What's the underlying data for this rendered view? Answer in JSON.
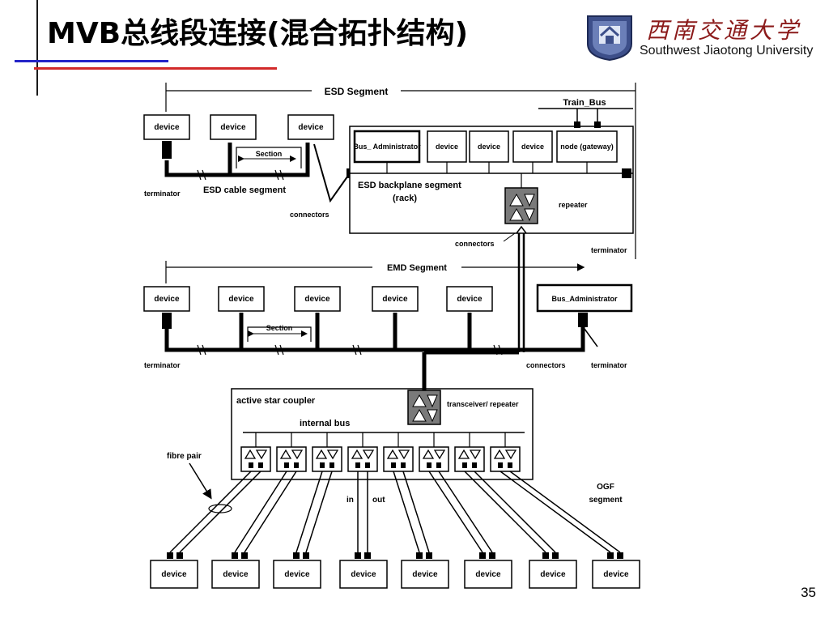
{
  "slide": {
    "title": "MVB总线段连接(混合拓扑结构)",
    "page_number": "35"
  },
  "logo": {
    "chinese_name": "西南交通大学",
    "english_name": "Southwest Jiaotong University"
  },
  "diagram": {
    "esd_segment_label": "ESD Segment",
    "train_bus_label": "Train_Bus",
    "esd_devices": [
      "device",
      "device",
      "device"
    ],
    "section_label": "Section",
    "esd_cable_segment_label": "ESD cable segment",
    "terminator_label": "terminator",
    "connectors_label": "connectors",
    "rack": {
      "bus_administrator": "Bus_ Administrator",
      "devices": [
        "device",
        "device",
        "device"
      ],
      "node_label": "node (gateway)",
      "backplane_label": "ESD backplane segment",
      "rack_label": "(rack)",
      "repeater_label": "repeater"
    },
    "emd_segment_label": "EMD Segment",
    "emd_devices": [
      "device",
      "device",
      "device",
      "device",
      "device"
    ],
    "emd_bus_admin_label": "Bus_Administrator",
    "coupler": {
      "title": "active star coupler",
      "internal_bus_label": "internal bus",
      "transceiver_label": "transceiver/ repeater",
      "port_count": 8
    },
    "fibre_pair_label": "fibre pair",
    "in_label": "in",
    "out_label": "out",
    "ogf_segment_label": "OGF segment",
    "ogf_devices": [
      "device",
      "device",
      "device",
      "device",
      "device",
      "device",
      "device",
      "device"
    ]
  }
}
